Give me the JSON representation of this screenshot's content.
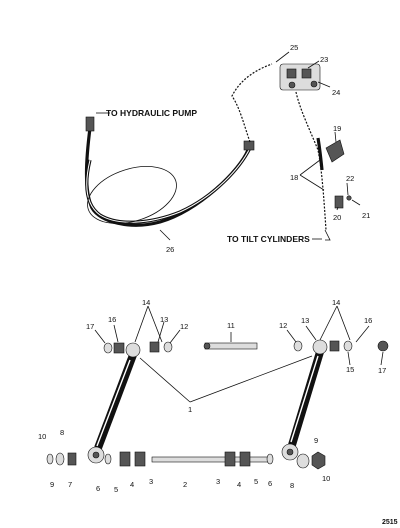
{
  "captions": {
    "pump": "TO HYDRAULIC PUMP",
    "tilt": "TO TILT CYLINDERS"
  },
  "corner_number": "2515",
  "labels": [
    {
      "key": "n25",
      "text": "25"
    },
    {
      "key": "n23",
      "text": "23"
    },
    {
      "key": "n24",
      "text": "24"
    },
    {
      "key": "n19",
      "text": "19"
    },
    {
      "key": "n18",
      "text": "18"
    },
    {
      "key": "n22",
      "text": "22"
    },
    {
      "key": "n20",
      "text": "20"
    },
    {
      "key": "n21",
      "text": "21"
    },
    {
      "key": "n26",
      "text": "26"
    },
    {
      "key": "n14a",
      "text": "14"
    },
    {
      "key": "n14b",
      "text": "14"
    },
    {
      "key": "n17a",
      "text": "17"
    },
    {
      "key": "n16a",
      "text": "16"
    },
    {
      "key": "n13a",
      "text": "13"
    },
    {
      "key": "n12a",
      "text": "12"
    },
    {
      "key": "n11",
      "text": "11"
    },
    {
      "key": "n12b",
      "text": "12"
    },
    {
      "key": "n13b",
      "text": "13"
    },
    {
      "key": "n16b",
      "text": "16"
    },
    {
      "key": "n15",
      "text": "15"
    },
    {
      "key": "n17b",
      "text": "17"
    },
    {
      "key": "n1",
      "text": "1"
    },
    {
      "key": "n10a",
      "text": "10"
    },
    {
      "key": "n8a",
      "text": "8"
    },
    {
      "key": "n9a",
      "text": "9"
    },
    {
      "key": "n7",
      "text": "7"
    },
    {
      "key": "n6a",
      "text": "6"
    },
    {
      "key": "n5a",
      "text": "5"
    },
    {
      "key": "n4a",
      "text": "4"
    },
    {
      "key": "n3a",
      "text": "3"
    },
    {
      "key": "n2",
      "text": "2"
    },
    {
      "key": "n3b",
      "text": "3"
    },
    {
      "key": "n4b",
      "text": "4"
    },
    {
      "key": "n5b",
      "text": "5"
    },
    {
      "key": "n6b",
      "text": "6"
    },
    {
      "key": "n8b",
      "text": "8"
    },
    {
      "key": "n9b",
      "text": "9"
    },
    {
      "key": "n10b",
      "text": "10"
    }
  ]
}
